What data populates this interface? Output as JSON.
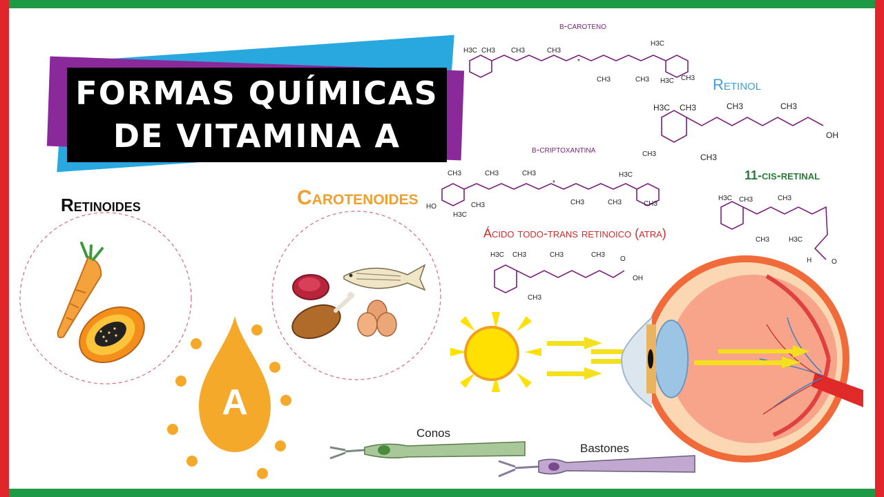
{
  "title": {
    "line1": "FORMAS QUÍMICAS",
    "line2": "DE VITAMINA A"
  },
  "groups": {
    "retinoides": "Retinoides",
    "carotenoides": "Carotenoides"
  },
  "vitamin_letter": "A",
  "molecules": {
    "beta_caroteno": "β-caroteno",
    "retinol": "Retinol",
    "beta_criptoxantina": "β-criptoxantina",
    "cis_retinal": "11-cis-retinal",
    "acido_retinoico": "Ácido todo-trans retinoico (atra)"
  },
  "atoms": {
    "h3c": "H3C",
    "ch3": "CH3",
    "oh": "OH",
    "ho": "HO",
    "h": "H",
    "o": "O",
    "star": "*"
  },
  "cells": {
    "conos": "Conos",
    "bastones": "Bastones"
  },
  "colors": {
    "frame_green": "#1e9a47",
    "frame_red": "#e0262a",
    "title_bg": "#000000",
    "accent_blue": "#29a8e0",
    "accent_purple": "#8a2a9a",
    "molecule_purple": "#7a1f7a",
    "carotenoides_orange": "#f0a030",
    "acid_red": "#d52a2a",
    "cis_green": "#2a7a3a",
    "retinol_blue": "#3aa0d8",
    "sun_yellow": "#ffe000",
    "drop_orange": "#f5a92a"
  }
}
